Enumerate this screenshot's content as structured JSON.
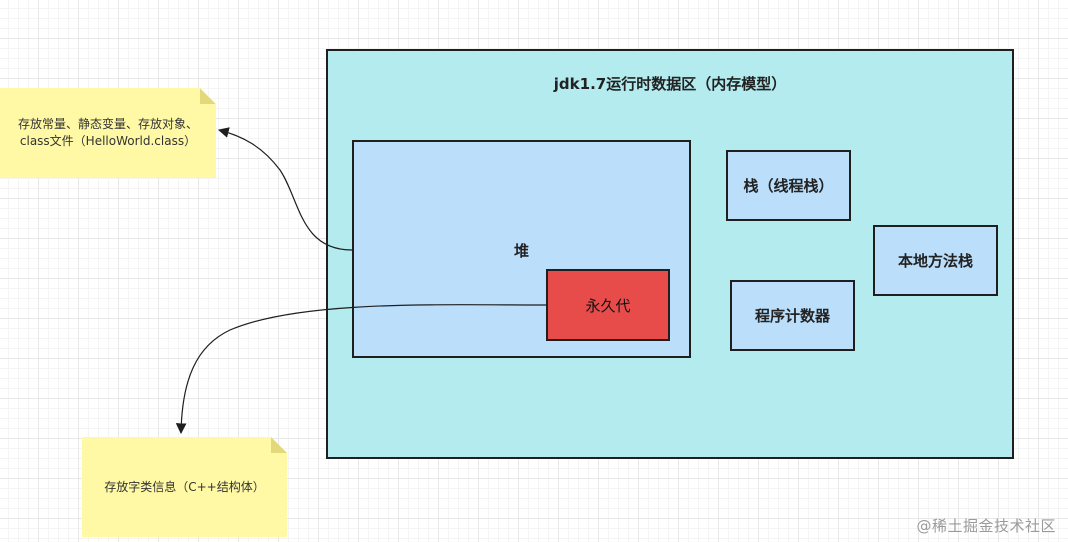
{
  "diagram": {
    "runtime_area": {
      "title": "jdk1.7运行时数据区（内存模型）"
    },
    "heap": {
      "label": "堆"
    },
    "perm_gen": {
      "label": "永久代"
    },
    "stack": {
      "label": "栈（线程栈）"
    },
    "native_stack": {
      "label": "本地方法栈"
    },
    "pc_register": {
      "label": "程序计数器"
    },
    "note_heap": {
      "text": "存放常量、静态变量、存放对象、class文件（HelloWorld.class）"
    },
    "note_perm": {
      "text": "存放字类信息（C++结构体）"
    }
  },
  "watermark": "@稀土掘金技术社区",
  "colors": {
    "runtime_fill": "#b3ebef",
    "heap_fill": "#bbdefb",
    "perm_fill": "#e74c4b",
    "note_fill": "#fff9a6",
    "stroke": "#1f1f1f"
  }
}
